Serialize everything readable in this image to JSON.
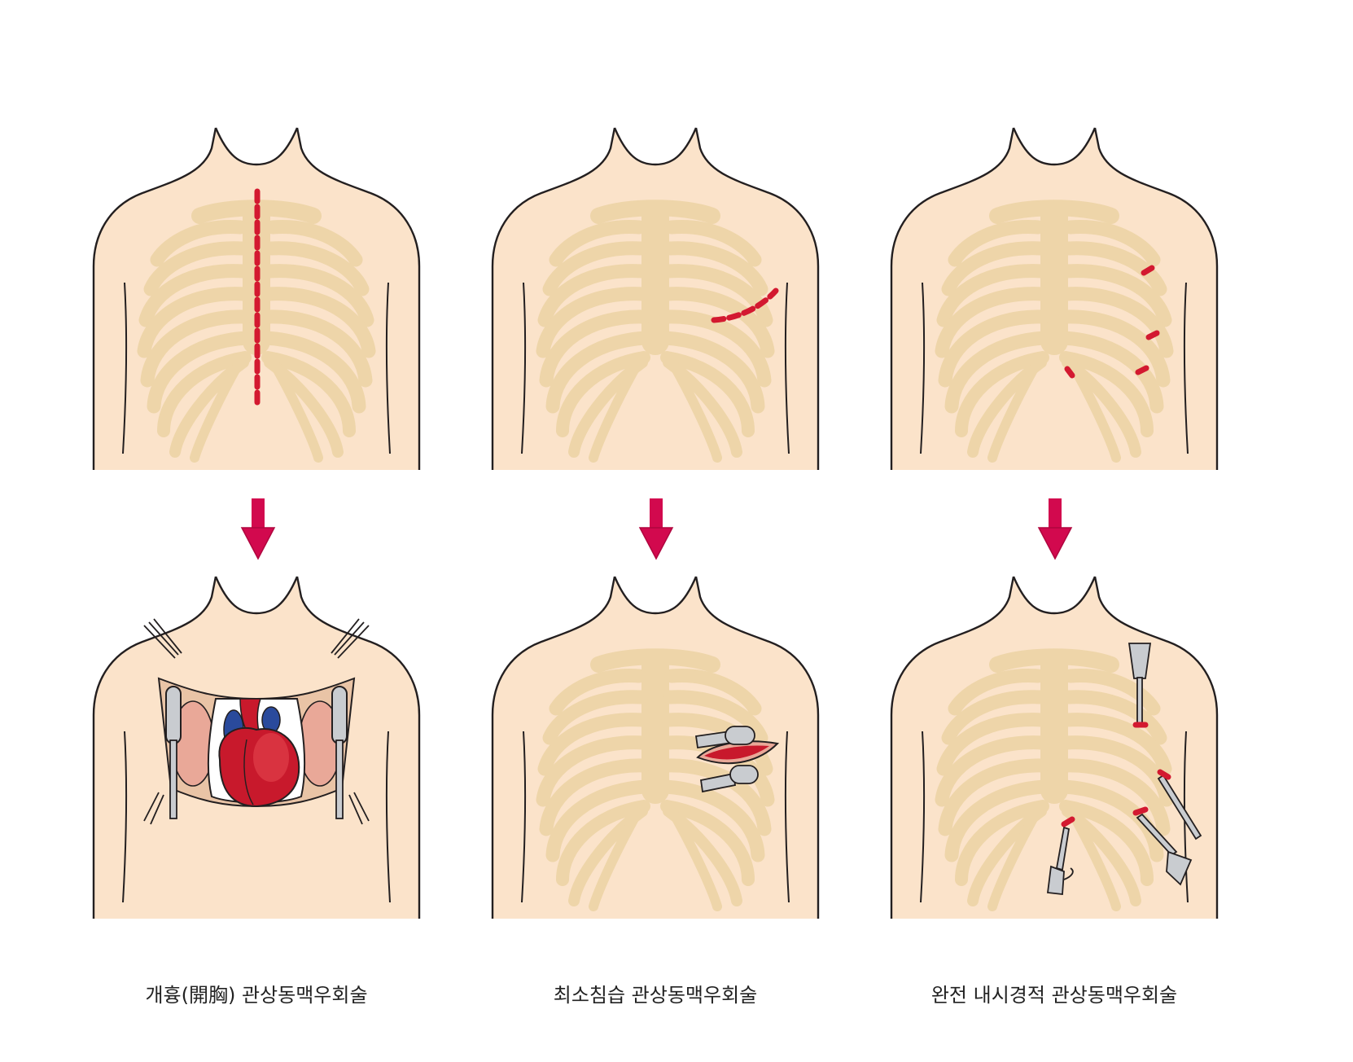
{
  "colors": {
    "skin": "#fbe3ca",
    "bone": "#eed5a9",
    "outline": "#231f20",
    "incision": "#d31930",
    "arrow": "#d2094e",
    "heart_red": "#c8192c",
    "vessel_blue": "#2a4a9c",
    "tissue_pink": "#e9a898",
    "instrument_gray": "#c9ccd0"
  },
  "panels": [
    {
      "method": "open-chest",
      "stage": "incision",
      "incision": "midline-dashed"
    },
    {
      "method": "minimally-invasive",
      "stage": "incision",
      "incision": "left-lateral-dashed"
    },
    {
      "method": "total-endoscopic",
      "stage": "incision",
      "incision": "port-holes"
    },
    {
      "method": "open-chest",
      "stage": "surgery",
      "view": "exposed-heart-with-retractors"
    },
    {
      "method": "minimally-invasive",
      "stage": "surgery",
      "view": "small-retracted-incision"
    },
    {
      "method": "total-endoscopic",
      "stage": "surgery",
      "view": "endoscopic-ports-with-instruments"
    }
  ],
  "captions": {
    "open": "개흉(開胸) 관상동맥우회술",
    "minimal": "최소침습 관상동맥우회술",
    "endoscopic": "완전 내시경적 관상동맥우회술"
  }
}
